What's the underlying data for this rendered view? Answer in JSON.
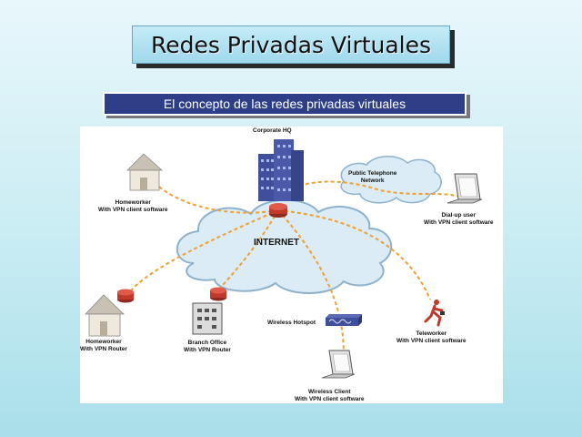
{
  "slide": {
    "title": "Redes Privadas Virtuales",
    "subtitle": "El concepto de las redes privadas virtuales"
  },
  "diagram": {
    "internet_label": "INTERNET",
    "nodes": {
      "corporate_hq": {
        "line1": "Corporate HQ"
      },
      "homeworker_client": {
        "line1": "Homeworker",
        "line2": "With VPN client software"
      },
      "public_telephone": {
        "line1": "Public Telephone",
        "line2": "Network"
      },
      "dialup_user": {
        "line1": "Dial-up user",
        "line2": "With VPN client software"
      },
      "homeworker_router": {
        "line1": "Homeworker",
        "line2": "With VPN Router"
      },
      "branch_office": {
        "line1": "Branch Office",
        "line2": "With VPN Router"
      },
      "wireless_hotspot": {
        "line1": "Wireless Hotspot"
      },
      "teleworker": {
        "line1": "Teleworker",
        "line2": "With VPN client software"
      },
      "wireless_client": {
        "line1": "Wireless Client",
        "line2": "With VPN client software"
      }
    },
    "colors": {
      "tunnel": "#f0a030",
      "cloud_fill": "#dcecf6",
      "cloud_stroke": "#8fb2cc",
      "building": "#4a5aa8",
      "router": "#c0392b"
    }
  }
}
